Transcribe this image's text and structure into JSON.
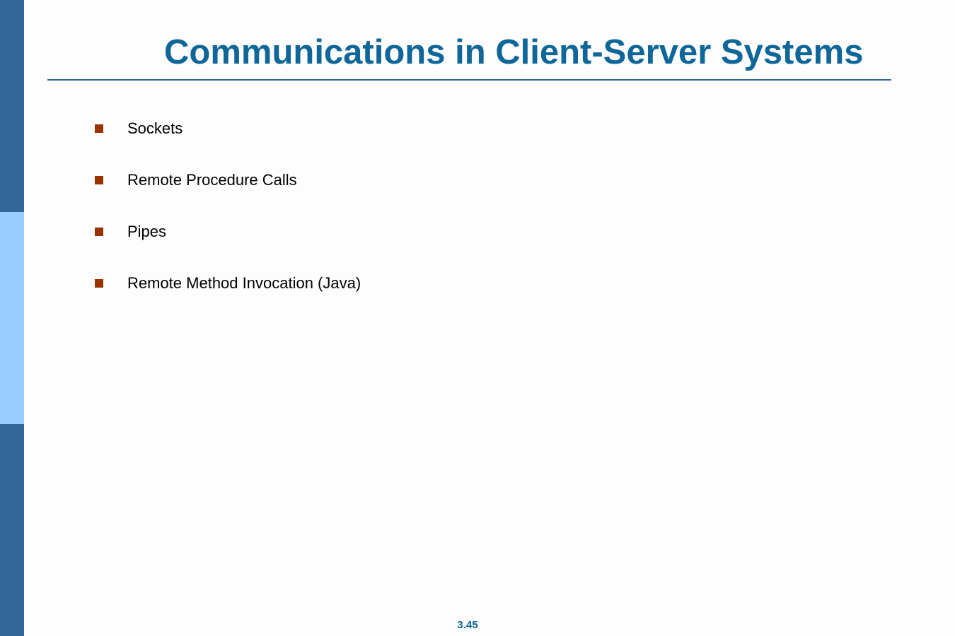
{
  "slide": {
    "title": "Communications in Client-Server Systems",
    "bullets": [
      {
        "text": "Sockets"
      },
      {
        "text": "Remote Procedure Calls"
      },
      {
        "text": "Pipes"
      },
      {
        "text": "Remote Method Invocation (Java)"
      }
    ],
    "page_number": "3.45"
  },
  "colors": {
    "title": "#0f6699",
    "sidebar_dark": "#336699",
    "sidebar_light": "#99ccff",
    "bullet_marker": "#993300",
    "rule": "#336699"
  }
}
